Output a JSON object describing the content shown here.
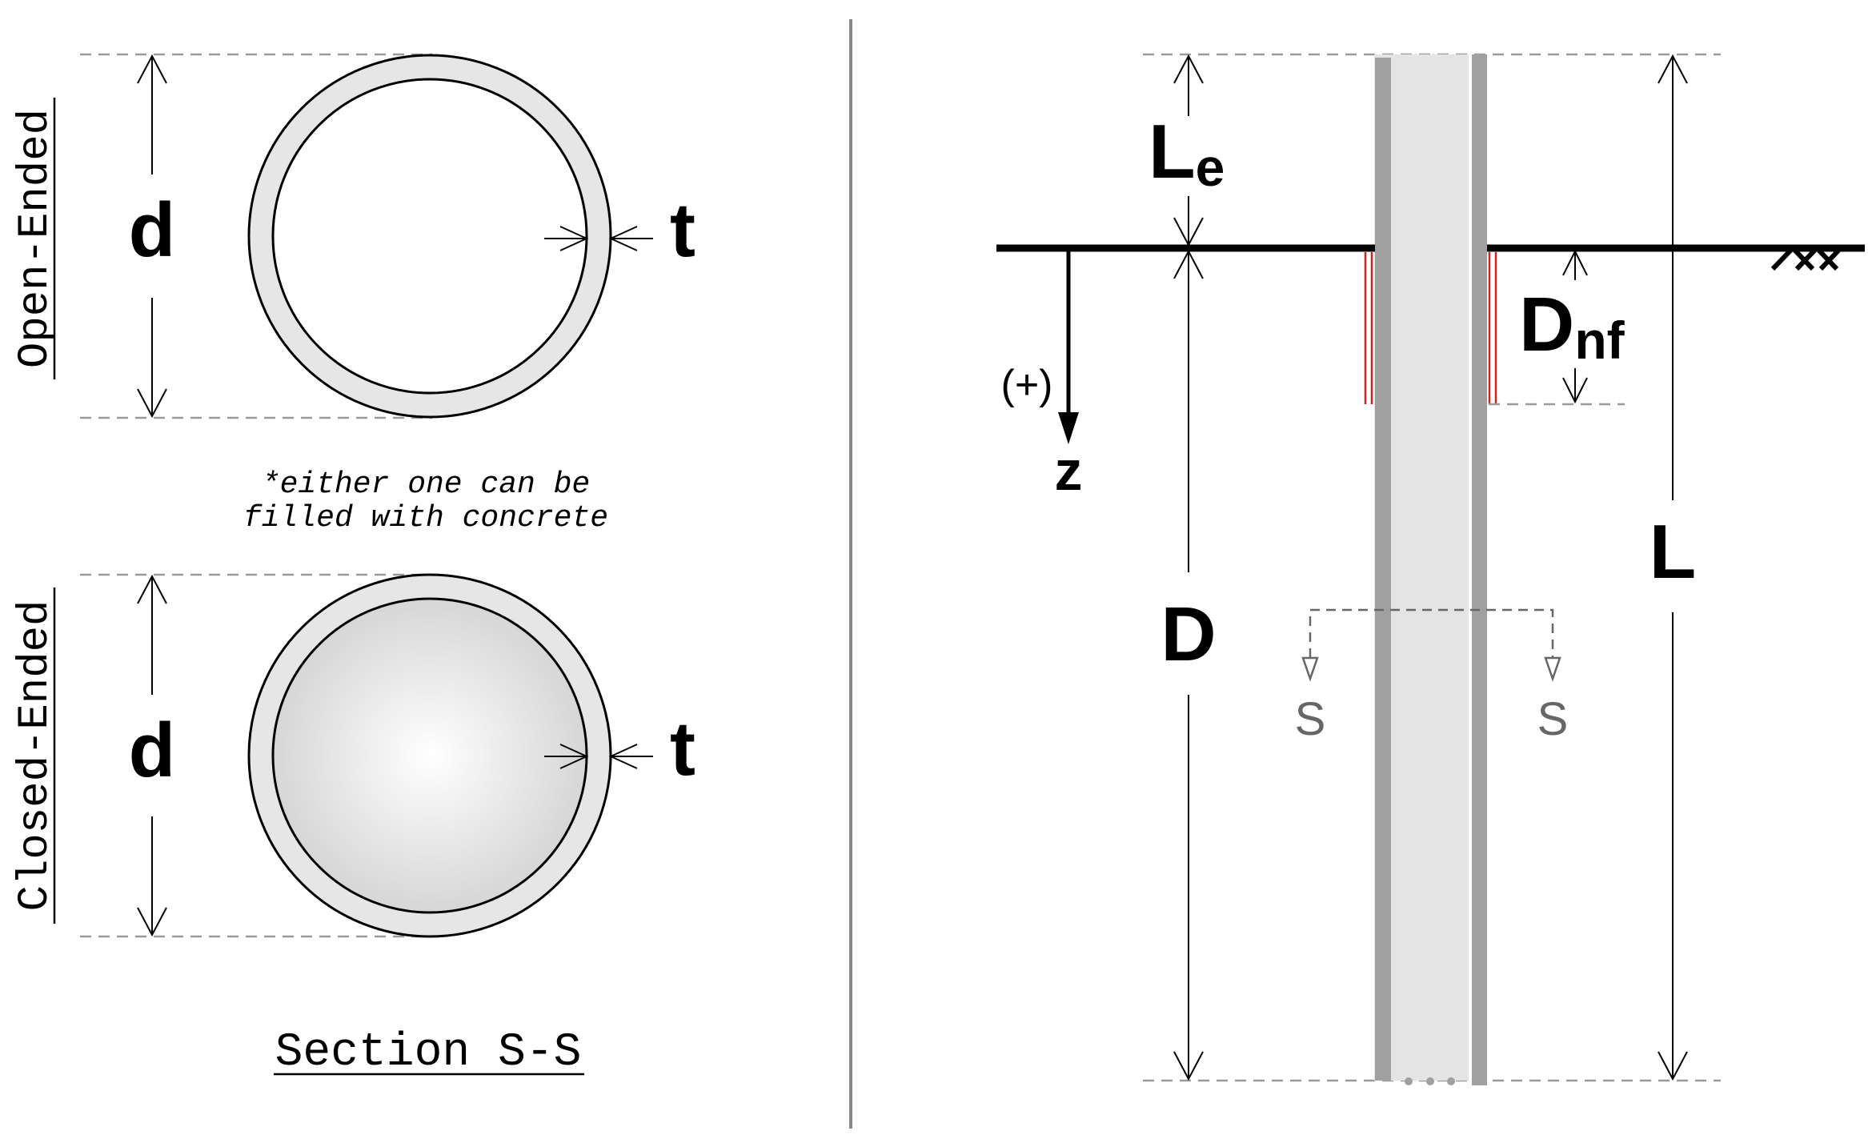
{
  "left": {
    "open_label": "Open-Ended",
    "closed_label": "Closed-Ended",
    "diameter_label": "d",
    "thickness_label": "t",
    "note_line1": "*either one can be",
    "note_line2": "filled with concrete",
    "section_title": "Section S-S"
  },
  "right": {
    "le_main": "L",
    "le_sub": "e",
    "dnf_main": "D",
    "dnf_sub": "nf",
    "d_label": "D",
    "l_label": "L",
    "positive_label": "(+)",
    "z_label": "z",
    "section_mark_left": "S",
    "section_mark_right": "S"
  },
  "colors": {
    "line": "#000000",
    "pipe_wall": "#a0a0a0",
    "pipe_fill": "#e4e4e4",
    "ring_fill": "#e6e6e6",
    "dashed": "#9a9a9a",
    "negative_friction": "#cc2222",
    "section_marker": "#666666"
  }
}
